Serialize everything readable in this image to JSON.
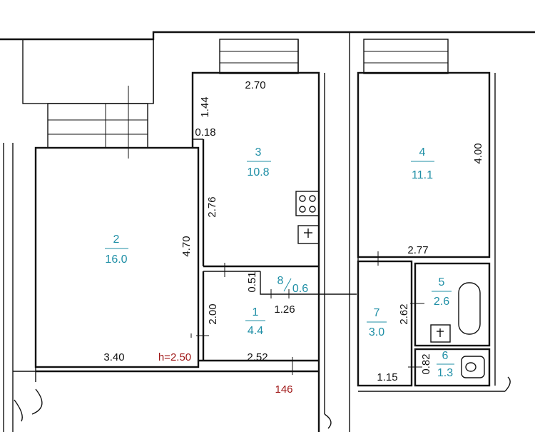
{
  "colors": {
    "room_label": "#1f8fa6",
    "annotation_red": "#a01818",
    "line": "#111111"
  },
  "rooms": [
    {
      "number": "1",
      "area": "4.4"
    },
    {
      "number": "2",
      "area": "16.0"
    },
    {
      "number": "3",
      "area": "10.8"
    },
    {
      "number": "4",
      "area": "11.1"
    },
    {
      "number": "5",
      "area": "2.6"
    },
    {
      "number": "6",
      "area": "1.3"
    },
    {
      "number": "7",
      "area": "3.0"
    },
    {
      "number": "8",
      "area": "0.6"
    }
  ],
  "dimensions": {
    "room3_width": "2.70",
    "room3_window_wall": "1.44",
    "room3_offset": "0.18",
    "room3_length": "2.76",
    "room2_length": "4.70",
    "room2_width": "3.40",
    "room1_length": "2.00",
    "room1_width": "2.52",
    "room8_length": "0.51",
    "room8_width": "1.26",
    "room4_length": "4.00",
    "room4_width": "2.77",
    "room7_length": "2.62",
    "room6_length": "0.82",
    "room6_width": "1.15"
  },
  "annotations": {
    "ceiling_height": "h=2.50",
    "door_mark": "146"
  }
}
